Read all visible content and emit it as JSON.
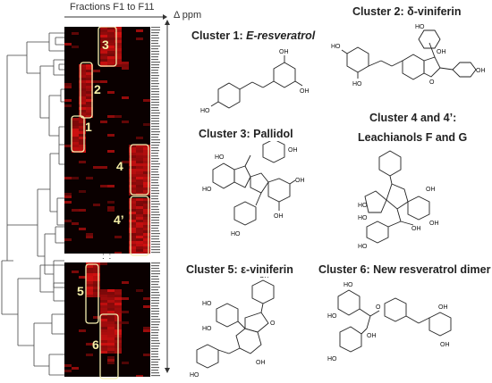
{
  "header": {
    "fractions_label": "Fractions F1 to F11",
    "delta_label": "Δ ppm"
  },
  "clusters": [
    {
      "id": "1",
      "title_prefix": "Cluster 1: ",
      "title_main": "E-resveratrol"
    },
    {
      "id": "2",
      "title": "Cluster 2: δ-viniferin"
    },
    {
      "id": "3",
      "title": "Cluster 3: Pallidol"
    },
    {
      "id": "4",
      "title_line1": "Cluster 4 and 4’:",
      "title_line2": "Leachianols F and G"
    },
    {
      "id": "5",
      "title": "Cluster 5: ε-viniferin"
    },
    {
      "id": "6",
      "title": "Cluster 6: New resveratrol dimer"
    }
  ],
  "heatmap_labels": {
    "c1": "1",
    "c2": "2",
    "c3": "3",
    "c4": "4",
    "c4p": "4’",
    "c5": "5",
    "c6": "6"
  },
  "atoms": {
    "OH": "OH",
    "HO": "HO",
    "O": "O"
  },
  "colors": {
    "heat_dark": "#0a0000",
    "heat_red": "#d01010",
    "box": "#f4eeb0"
  }
}
